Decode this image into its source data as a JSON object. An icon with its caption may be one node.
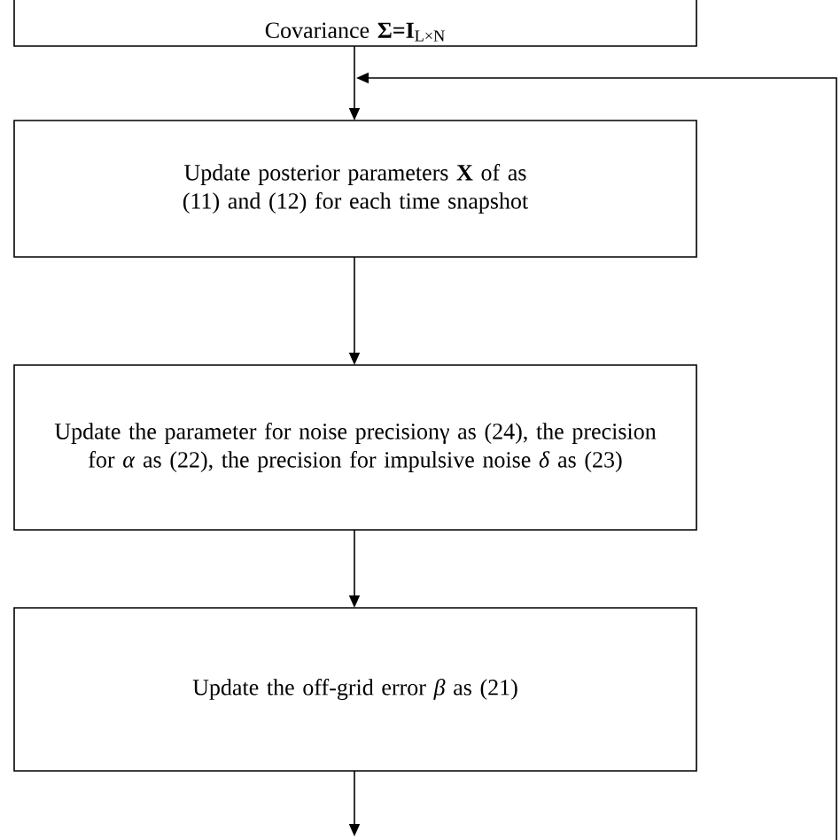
{
  "diagram": {
    "nodes": [
      {
        "text": [
          "Covariance **Σ=I**$_{L×N}$"
        ]
      },
      {
        "text": [
          "Update posterior parameters **X** of as (11) and (12) for each time snapshot"
        ]
      },
      {
        "text": [
          "Update the parameter for noise precisionγ as (24), the precision for *α* as (22), the precision for impulsive noise  *δ* as (23)"
        ]
      },
      {
        "text": [
          "Update the off-grid error *β*  as (21)"
        ]
      }
    ],
    "edges": [
      {
        "from": 0,
        "to": 1,
        "arrow": "to"
      },
      {
        "from": null,
        "to": 1,
        "arrow": "to"
      },
      {
        "from": 1,
        "to": 2,
        "arrow": "to"
      },
      {
        "from": 2,
        "to": 3,
        "arrow": "to"
      },
      {
        "from": 3,
        "to": null,
        "arrow": "to"
      }
    ]
  }
}
